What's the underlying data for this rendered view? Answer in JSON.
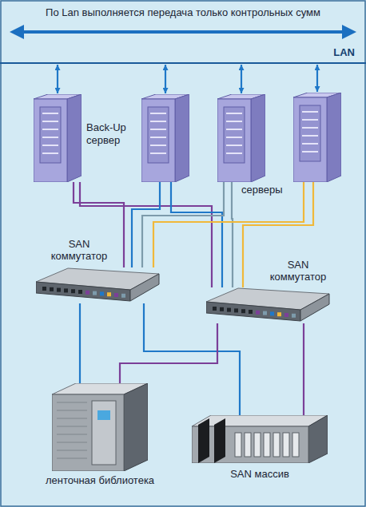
{
  "diagram": {
    "nodes": [
      {
        "text": [
          "LAN"
        ]
      },
      {
        "text": [
          "Back-Up сервер"
        ]
      },
      {
        "text": []
      },
      {
        "text": [
          "серверы"
        ]
      },
      {
        "text": []
      },
      {
        "text": [
          "SAN коммутатор"
        ]
      },
      {
        "text": [
          "SAN коммутатор"
        ]
      },
      {
        "text": [
          "ленточная библиотека"
        ]
      },
      {
        "text": [
          "SAN массив"
        ]
      }
    ],
    "edges": [
      {
        "from": 0,
        "to": 1,
        "arrow": "both"
      },
      {
        "from": 0,
        "to": 2,
        "arrow": "both"
      },
      {
        "from": 0,
        "to": 3,
        "arrow": "both"
      },
      {
        "from": 0,
        "to": 4,
        "arrow": "both"
      },
      {
        "from": 1,
        "to": 5,
        "arrow": "none"
      },
      {
        "from": 1,
        "to": 6,
        "arrow": "none"
      },
      {
        "from": 2,
        "to": 5,
        "arrow": "none"
      },
      {
        "from": 2,
        "to": 6,
        "arrow": "none"
      },
      {
        "from": 3,
        "to": 5,
        "arrow": "none"
      },
      {
        "from": 3,
        "to": 6,
        "arrow": "none"
      },
      {
        "from": 4,
        "to": 5,
        "arrow": "none"
      },
      {
        "from": 4,
        "to": 6,
        "arrow": "none"
      },
      {
        "from": 5,
        "to": 7,
        "arrow": "none"
      },
      {
        "from": 5,
        "to": 8,
        "arrow": "none"
      },
      {
        "from": 6,
        "to": 7,
        "arrow": "none"
      },
      {
        "from": 6,
        "to": 8,
        "arrow": "none"
      }
    ],
    "labels": [
      "По Lan выполняется передача только контрольных сумм"
    ]
  }
}
